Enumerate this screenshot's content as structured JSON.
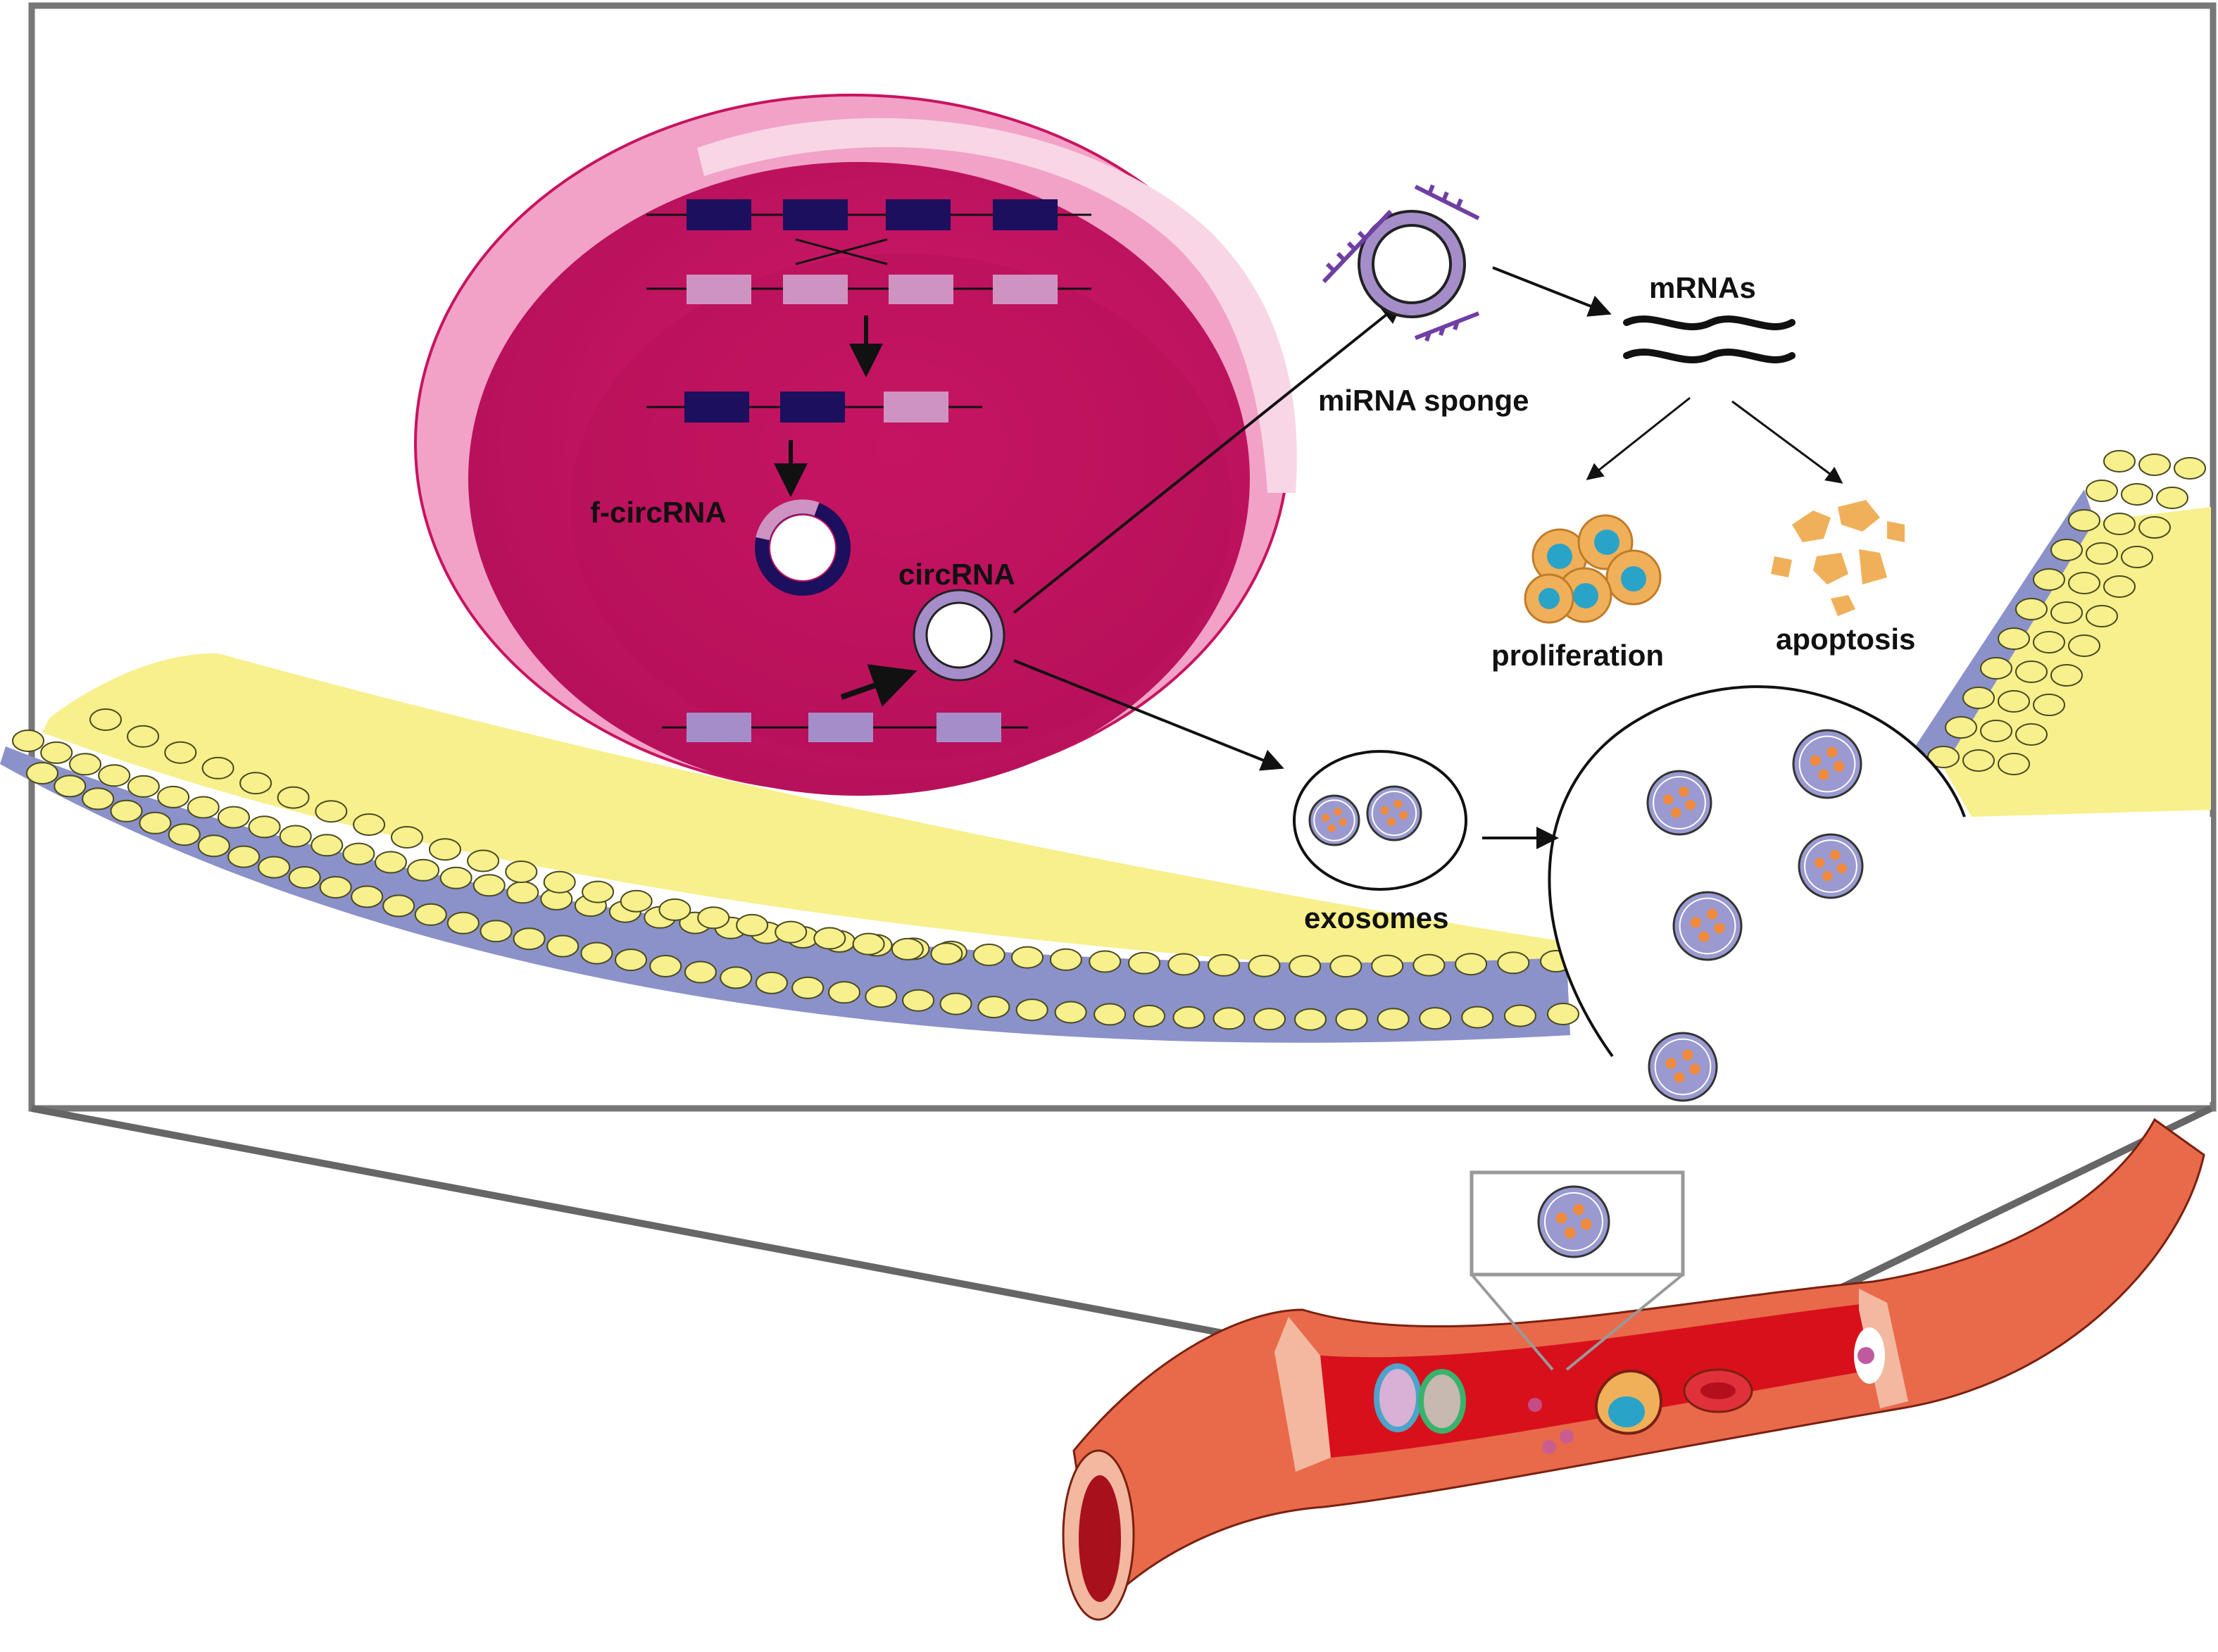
{
  "labels": {
    "f_circrna": "f-circRNA",
    "circrna": "circRNA",
    "mirna_sponge": "miRNA sponge",
    "mrnas": "mRNAs",
    "proliferation": "proliferation",
    "apoptosis": "apoptosis",
    "exosomes": "exosomes"
  },
  "colors": {
    "cell_magenta": "#c8135f",
    "cell_membrane_pink": "#f2a2c7",
    "exon_dark": "#1b0f5e",
    "exon_light": "#cf93c2",
    "exon_lavender": "#a48dc8",
    "vesicle_fill": "#9a9ad1",
    "cargo_orange": "#f08a3c",
    "vessel_red": "#d8101c",
    "vessel_wall": "#e86a4a",
    "endothelium_blue": "#8b91c9",
    "endothelium_yellow": "#f7f08c",
    "sponge_purple": "#6f3fa4",
    "proliferation_blue": "#2aa3c9",
    "cell_tan": "#f0b05a"
  },
  "icons": [
    "arrow-icon",
    "mirna-strand-icon",
    "mrna-wave-icon",
    "proliferating-cells-icon",
    "apoptotic-fragments-icon",
    "exosome-icon",
    "blood-cell-icon"
  ]
}
